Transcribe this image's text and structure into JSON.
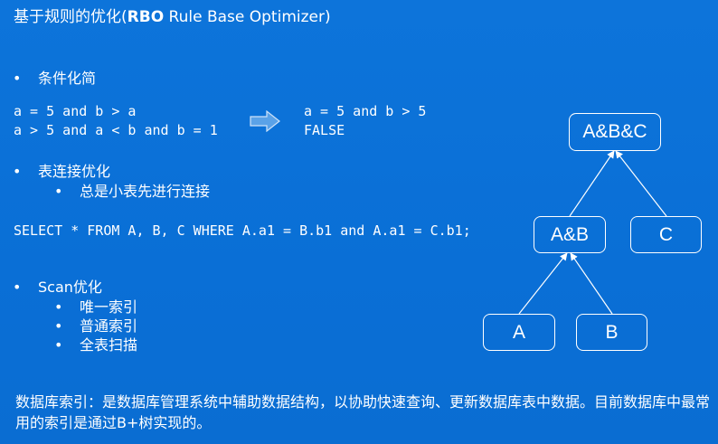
{
  "title": {
    "prefix": "基于规则的优化(",
    "bold": "RBO",
    "suffix": " Rule Base Optimizer)"
  },
  "sections": {
    "simplify": {
      "heading": "条件化简",
      "before_line1": "a = 5 and b > a",
      "before_line2": "a > 5 and a < b and b = 1",
      "after_line1": "a = 5 and b > 5",
      "after_line2": "FALSE"
    },
    "join": {
      "heading": "表连接优化",
      "sub1": "总是小表先进行连接",
      "sql": "SELECT * FROM A, B, C WHERE A.a1 = B.b1 and A.a1 = C.b1;"
    },
    "scan": {
      "heading": "Scan优化",
      "items": [
        "唯一索引",
        "普通索引",
        "全表扫描"
      ]
    }
  },
  "tree": {
    "root": "A&B&C",
    "mid": "A&B",
    "c": "C",
    "a": "A",
    "b": "B"
  },
  "footer": "数据库索引：是数据库管理系统中辅助数据结构，以协助快速查询、更新数据库表中数据。目前数据库中最常用的索引是通过B+树实现的。",
  "bullet_glyph": "•",
  "colors": {
    "background": "#0a72d8",
    "foreground": "#ffffff"
  }
}
